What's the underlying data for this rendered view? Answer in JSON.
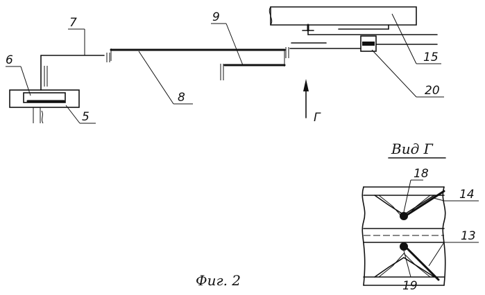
{
  "labels": {
    "p5": "5",
    "p6": "6",
    "p7": "7",
    "p8": "8",
    "p9": "9",
    "p13": "13",
    "p14": "14",
    "p15": "15",
    "p18": "18",
    "p19": "19",
    "p20": "20"
  },
  "view_arrow_letter": "Г",
  "view_title": "Вид Г",
  "figure_caption": "Фиг. 2"
}
